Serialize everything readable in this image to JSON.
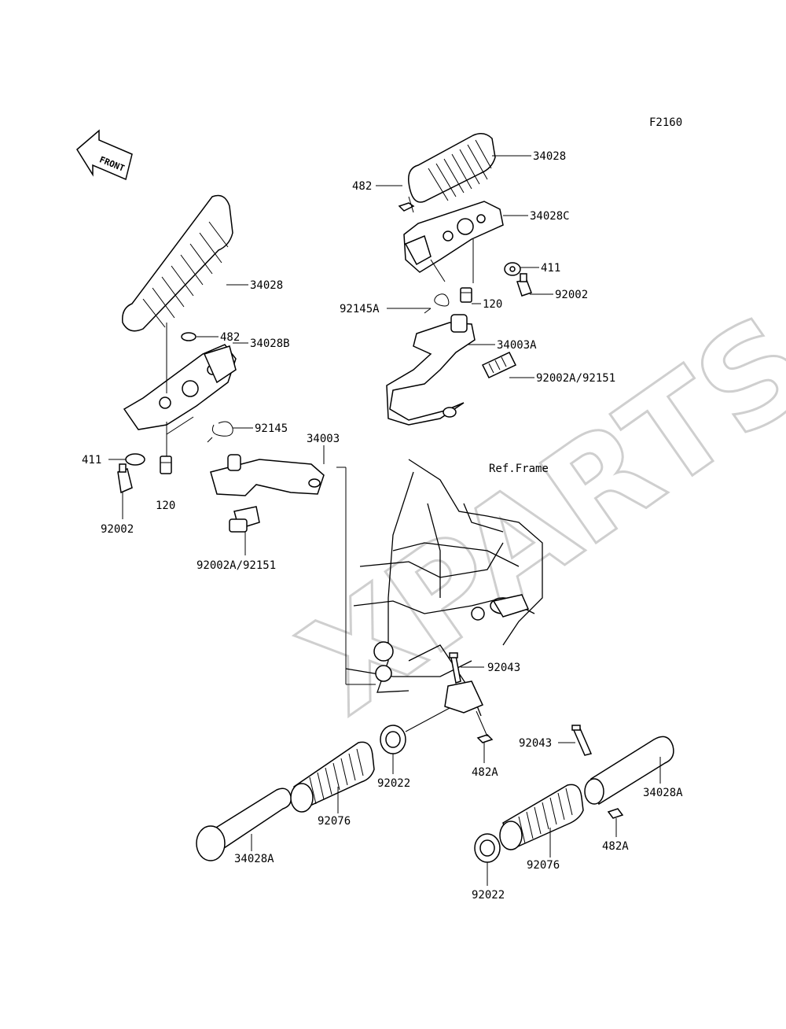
{
  "figure_code": "F2160",
  "front_arrow_text": "FRONT",
  "watermark": "XPARTS",
  "reference_note": "Ref.Frame",
  "callouts": {
    "p34028_right": "34028",
    "p482_right": "482",
    "p34028C": "34028C",
    "p411_right": "411",
    "p120_right": "120",
    "p92002_right": "92002",
    "p92145A": "92145A",
    "p34003A": "34003A",
    "p92002A_right": "92002A/92151",
    "p34028_left": "34028",
    "p482_left": "482",
    "p34028B": "34028B",
    "p92145": "92145",
    "p34003": "34003",
    "p411_left": "411",
    "p120_left": "120",
    "p92002_left": "92002",
    "p92002A_left": "92002A/92151",
    "p92043_center": "92043",
    "p92022_center": "92022",
    "p482A_center": "482A",
    "p92043_right": "92043",
    "p34028A_right": "34028A",
    "p92076_left": "92076",
    "p34028A_left": "34028A",
    "p482A_right": "482A",
    "p92076_right": "92076",
    "p92022_bottom": "92022"
  }
}
